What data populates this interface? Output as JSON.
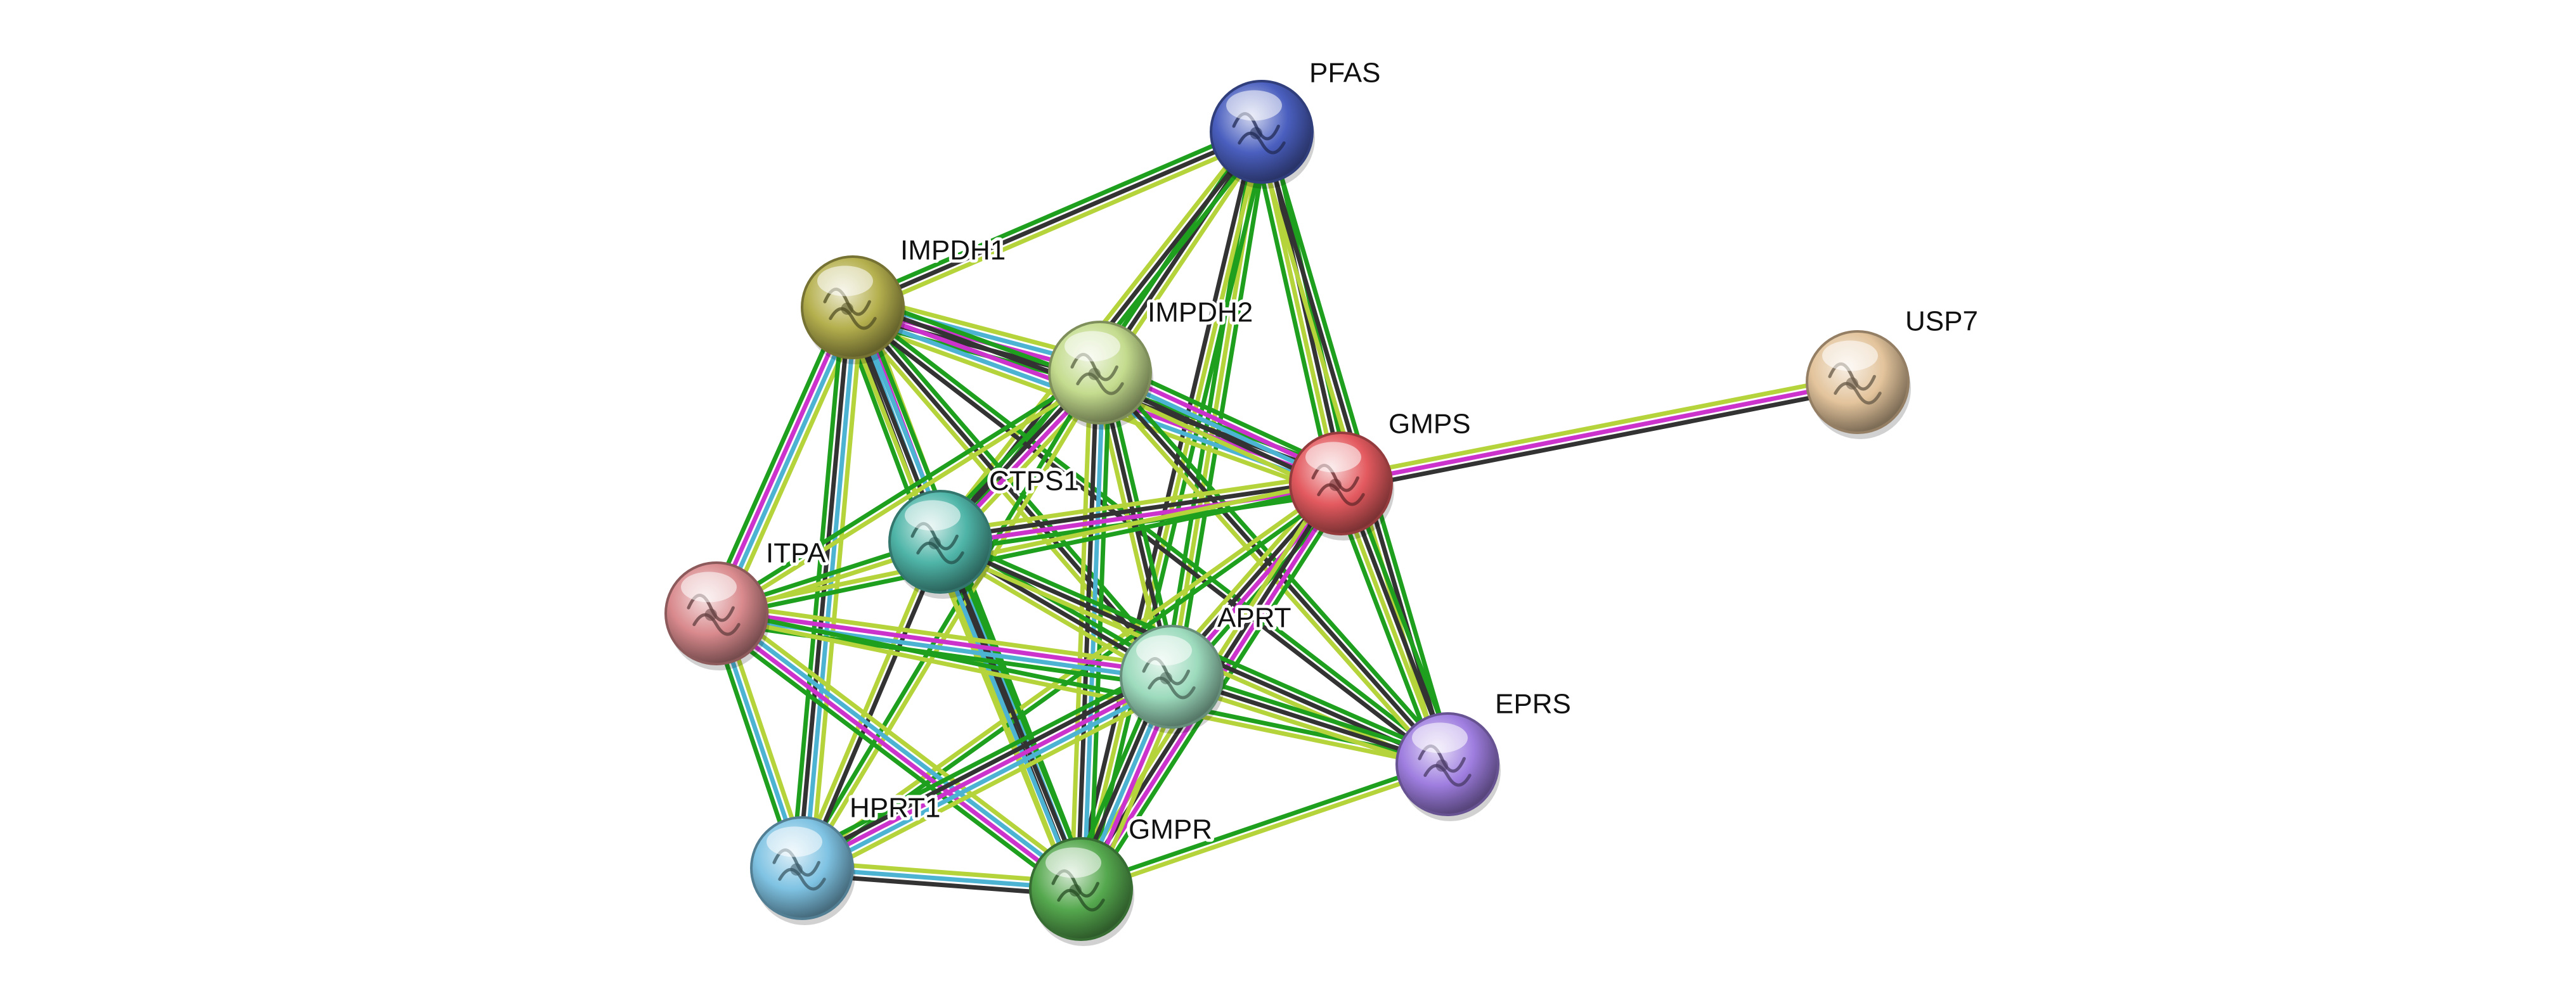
{
  "network": {
    "evidence_colors": {
      "database": "#4db3d3",
      "experimental": "#cc33cc",
      "neighborhood": "#1ea01e",
      "text_mining": "#b5d33a",
      "coexpression": "#333333"
    },
    "nodes": [
      {
        "id": "PFAS",
        "label": "PFAS",
        "color": "#4a5fbf",
        "icon": "protein-structure-icon"
      },
      {
        "id": "IMPDH1",
        "label": "IMPDH1",
        "color": "#b5b04e",
        "icon": "protein-structure-icon"
      },
      {
        "id": "IMPDH2",
        "label": "IMPDH2",
        "color": "#c4dc8e",
        "icon": "protein-structure-icon"
      },
      {
        "id": "USP7",
        "label": "USP7",
        "color": "#e3c49c",
        "icon": "protein-structure-icon"
      },
      {
        "id": "GMPS",
        "label": "GMPS",
        "color": "#e35a5f",
        "icon": "protein-structure-icon"
      },
      {
        "id": "CTPS1",
        "label": "CTPS1",
        "color": "#4fb5a8",
        "icon": "protein-structure-icon"
      },
      {
        "id": "ITPA",
        "label": "ITPA",
        "color": "#d98a8d",
        "icon": "protein-structure-icon"
      },
      {
        "id": "APRT",
        "label": "APRT",
        "color": "#9ddbbd",
        "icon": "protein-structure-icon"
      },
      {
        "id": "EPRS",
        "label": "EPRS",
        "color": "#9f7ee0",
        "icon": "protein-structure-icon"
      },
      {
        "id": "HPRT1",
        "label": "HPRT1",
        "color": "#7fc3e3",
        "icon": "protein-structure-icon"
      },
      {
        "id": "GMPR",
        "label": "GMPR",
        "color": "#55a84e",
        "icon": "protein-structure-icon"
      }
    ],
    "edges": [
      {
        "source": "PFAS",
        "target": "IMPDH1",
        "types": [
          "text_mining",
          "coexpression",
          "neighborhood"
        ]
      },
      {
        "source": "PFAS",
        "target": "IMPDH2",
        "types": [
          "text_mining",
          "coexpression",
          "neighborhood"
        ]
      },
      {
        "source": "PFAS",
        "target": "GMPS",
        "types": [
          "neighborhood",
          "coexpression",
          "text_mining",
          "neighborhood"
        ]
      },
      {
        "source": "PFAS",
        "target": "CTPS1",
        "types": [
          "neighborhood",
          "coexpression",
          "text_mining"
        ]
      },
      {
        "source": "PFAS",
        "target": "APRT",
        "types": [
          "neighborhood",
          "text_mining",
          "neighborhood"
        ]
      },
      {
        "source": "PFAS",
        "target": "GMPR",
        "types": [
          "neighborhood",
          "text_mining",
          "coexpression"
        ]
      },
      {
        "source": "PFAS",
        "target": "EPRS",
        "types": [
          "neighborhood",
          "coexpression",
          "text_mining"
        ]
      },
      {
        "source": "IMPDH1",
        "target": "IMPDH2",
        "types": [
          "text_mining",
          "database",
          "experimental",
          "coexpression",
          "neighborhood"
        ]
      },
      {
        "source": "IMPDH1",
        "target": "GMPS",
        "types": [
          "neighborhood",
          "coexpression",
          "experimental",
          "database",
          "text_mining"
        ]
      },
      {
        "source": "IMPDH1",
        "target": "CTPS1",
        "types": [
          "text_mining",
          "experimental",
          "database",
          "coexpression",
          "neighborhood"
        ]
      },
      {
        "source": "IMPDH1",
        "target": "ITPA",
        "types": [
          "text_mining",
          "database",
          "experimental",
          "neighborhood"
        ]
      },
      {
        "source": "IMPDH1",
        "target": "APRT",
        "types": [
          "neighborhood",
          "coexpression",
          "text_mining"
        ]
      },
      {
        "source": "IMPDH1",
        "target": "HPRT1",
        "types": [
          "text_mining",
          "database",
          "coexpression",
          "neighborhood"
        ]
      },
      {
        "source": "IMPDH1",
        "target": "GMPR",
        "types": [
          "neighborhood",
          "database",
          "coexpression",
          "text_mining"
        ]
      },
      {
        "source": "IMPDH1",
        "target": "EPRS",
        "types": [
          "neighborhood",
          "coexpression"
        ]
      },
      {
        "source": "IMPDH2",
        "target": "GMPS",
        "types": [
          "neighborhood",
          "experimental",
          "database",
          "coexpression",
          "text_mining"
        ]
      },
      {
        "source": "IMPDH2",
        "target": "CTPS1",
        "types": [
          "text_mining",
          "experimental",
          "coexpression",
          "neighborhood"
        ]
      },
      {
        "source": "IMPDH2",
        "target": "ITPA",
        "types": [
          "text_mining",
          "neighborhood"
        ]
      },
      {
        "source": "IMPDH2",
        "target": "APRT",
        "types": [
          "neighborhood",
          "coexpression",
          "text_mining"
        ]
      },
      {
        "source": "IMPDH2",
        "target": "HPRT1",
        "types": [
          "text_mining",
          "neighborhood"
        ]
      },
      {
        "source": "IMPDH2",
        "target": "GMPR",
        "types": [
          "neighborhood",
          "database",
          "coexpression",
          "text_mining"
        ]
      },
      {
        "source": "IMPDH2",
        "target": "EPRS",
        "types": [
          "neighborhood",
          "coexpression",
          "text_mining"
        ]
      },
      {
        "source": "GMPS",
        "target": "USP7",
        "types": [
          "text_mining",
          "experimental",
          "coexpression"
        ]
      },
      {
        "source": "GMPS",
        "target": "CTPS1",
        "types": [
          "neighborhood",
          "experimental",
          "coexpression",
          "text_mining"
        ]
      },
      {
        "source": "GMPS",
        "target": "ITPA",
        "types": [
          "neighborhood",
          "text_mining"
        ]
      },
      {
        "source": "GMPS",
        "target": "APRT",
        "types": [
          "neighborhood",
          "experimental",
          "coexpression",
          "text_mining"
        ]
      },
      {
        "source": "GMPS",
        "target": "HPRT1",
        "types": [
          "neighborhood",
          "text_mining"
        ]
      },
      {
        "source": "GMPS",
        "target": "GMPR",
        "types": [
          "neighborhood",
          "experimental",
          "coexpression",
          "text_mining"
        ]
      },
      {
        "source": "GMPS",
        "target": "EPRS",
        "types": [
          "neighborhood",
          "coexpression",
          "text_mining",
          "neighborhood"
        ]
      },
      {
        "source": "CTPS1",
        "target": "ITPA",
        "types": [
          "text_mining",
          "neighborhood"
        ]
      },
      {
        "source": "CTPS1",
        "target": "APRT",
        "types": [
          "neighborhood",
          "coexpression",
          "text_mining"
        ]
      },
      {
        "source": "CTPS1",
        "target": "HPRT1",
        "types": [
          "coexpression",
          "text_mining"
        ]
      },
      {
        "source": "CTPS1",
        "target": "GMPR",
        "types": [
          "neighborhood",
          "coexpression",
          "database",
          "text_mining"
        ]
      },
      {
        "source": "CTPS1",
        "target": "EPRS",
        "types": [
          "neighborhood",
          "coexpression",
          "text_mining"
        ]
      },
      {
        "source": "ITPA",
        "target": "APRT",
        "types": [
          "text_mining",
          "experimental",
          "database",
          "neighborhood"
        ]
      },
      {
        "source": "ITPA",
        "target": "HPRT1",
        "types": [
          "text_mining",
          "database",
          "neighborhood"
        ]
      },
      {
        "source": "ITPA",
        "target": "GMPR",
        "types": [
          "text_mining",
          "database",
          "experimental",
          "neighborhood"
        ]
      },
      {
        "source": "ITPA",
        "target": "EPRS",
        "types": [
          "neighborhood",
          "text_mining"
        ]
      },
      {
        "source": "APRT",
        "target": "HPRT1",
        "types": [
          "text_mining",
          "database",
          "experimental",
          "coexpression",
          "neighborhood"
        ]
      },
      {
        "source": "APRT",
        "target": "GMPR",
        "types": [
          "text_mining",
          "experimental",
          "database",
          "coexpression",
          "neighborhood"
        ]
      },
      {
        "source": "APRT",
        "target": "EPRS",
        "types": [
          "neighborhood",
          "coexpression",
          "text_mining"
        ]
      },
      {
        "source": "HPRT1",
        "target": "GMPR",
        "types": [
          "text_mining",
          "database",
          "coexpression"
        ]
      },
      {
        "source": "GMPR",
        "target": "EPRS",
        "types": [
          "neighborhood",
          "text_mining"
        ]
      }
    ]
  }
}
